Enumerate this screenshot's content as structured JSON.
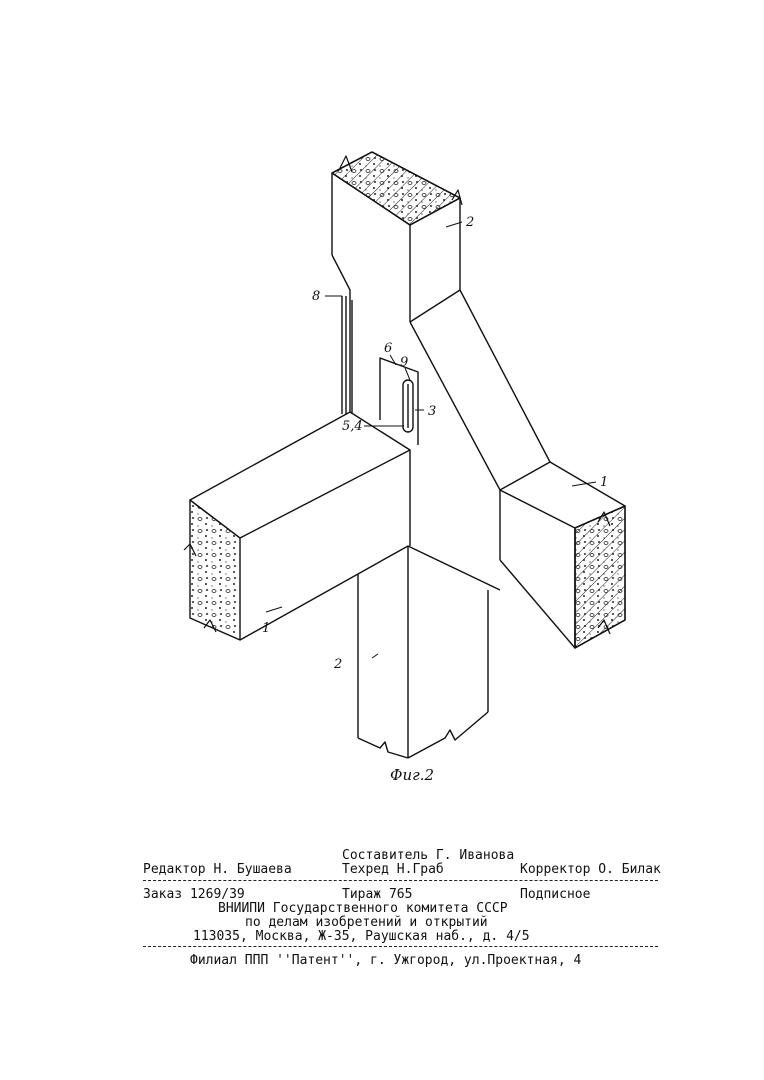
{
  "figure": {
    "caption": "Фиг.2",
    "labels": {
      "l1_left": "1",
      "l1_right": "1",
      "l2_top": "2",
      "l2_bottom": "2",
      "l3": "3",
      "l54": "5,4",
      "l6": "6",
      "l8": "8",
      "l9": "9"
    }
  },
  "imprint": {
    "compiler": "Составитель Г. Иванова",
    "editor": "Редактор Н. Бушаева",
    "techred": "Техред Н.Граб",
    "corrector": "Корректор О. Билак",
    "order": "Заказ 1269/39",
    "circulation": "Тираж 765",
    "subscription": "Подписное",
    "org_line1": "ВНИИПИ Государственного комитета СССР",
    "org_line2": "по делам изобретений и открытий",
    "address": "113035, Москва, Ж-35, Раушская наб., д. 4/5",
    "branch": "Филиал ППП ''Патент'', г. Ужгород, ул.Проектная, 4"
  }
}
